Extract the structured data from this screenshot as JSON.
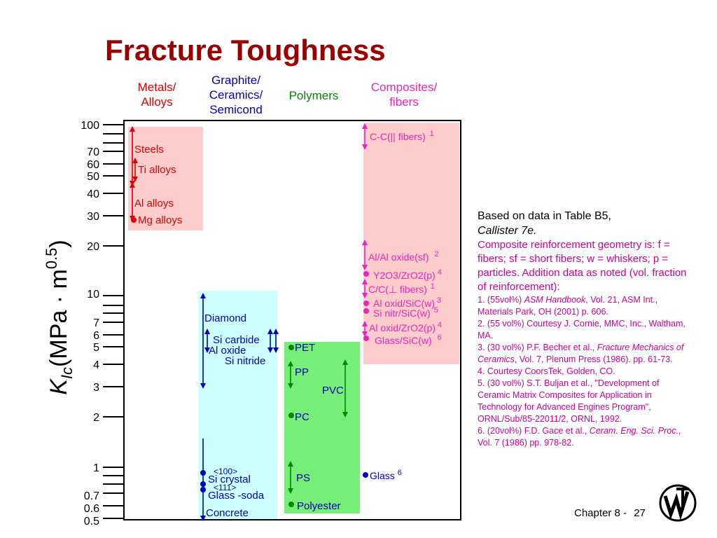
{
  "title": "Fracture Toughness",
  "categories": [
    {
      "key": "metals",
      "lines": [
        "Metals/",
        "Alloys"
      ],
      "color": "#dd0000"
    },
    {
      "key": "ceramics",
      "lines": [
        "Graphite/",
        "Ceramics/",
        "Semicond"
      ],
      "color": "#0000bb"
    },
    {
      "key": "polymers",
      "lines": [
        "Polymers"
      ],
      "color": "#008800"
    },
    {
      "key": "composites",
      "lines": [
        "Composites/",
        "fibers"
      ],
      "color": "#ee22bb"
    }
  ],
  "y_axis": {
    "label_main": "K",
    "label_sub": "Ic",
    "label_units": "(MPa · m",
    "label_sup": "0.5",
    "label_close": ")",
    "tick_labels": [
      "100",
      "70",
      "60",
      "50",
      "40",
      "30",
      "20",
      "10",
      "7",
      "6",
      "5",
      "4",
      "3",
      "2",
      "1",
      "0.7",
      "0.6",
      "0.5"
    ],
    "scale": "log"
  },
  "chart_data": {
    "type": "range",
    "title": "Fracture Toughness",
    "ylabel": "K_Ic (MPa · m^0.5)",
    "yscale": "log",
    "ylim": [
      0.5,
      100
    ],
    "groups": [
      {
        "name": "Metals/Alloys",
        "color": "#dd0000",
        "items": [
          {
            "label": "Steels",
            "min": 30,
            "max": 100
          },
          {
            "label": "Ti alloys",
            "min": 45,
            "max": 70
          },
          {
            "label": "Al alloys",
            "min": 24,
            "max": 45
          },
          {
            "label": "Mg alloys",
            "value": 24
          }
        ]
      },
      {
        "name": "Graphite/Ceramics/Semicond",
        "color": "#0000bb",
        "items": [
          {
            "label": "Diamond",
            "min": 3.3,
            "max": 9
          },
          {
            "label": "Si carbide",
            "min": 4.5,
            "max": 5.8
          },
          {
            "label": "Al oxide",
            "min": 4.6,
            "max": 5.8
          },
          {
            "label": "Si nitride",
            "min": 4.6,
            "max": 5.8
          },
          {
            "label": "Si crystal <100>",
            "value": 0.9
          },
          {
            "label": "Si crystal <111>",
            "value": 0.78
          },
          {
            "label": "Glass -soda",
            "value": 0.75
          },
          {
            "label": "Concrete",
            "min": 0.5,
            "max": 1.2
          }
        ]
      },
      {
        "name": "Polymers",
        "color": "#008800",
        "items": [
          {
            "label": "PET",
            "value": 5
          },
          {
            "label": "PP",
            "min": 3,
            "max": 4.3
          },
          {
            "label": "PVC",
            "min": 2.1,
            "max": 4.4
          },
          {
            "label": "PC",
            "value": 2.1
          },
          {
            "label": "PS",
            "min": 0.7,
            "max": 1.1
          },
          {
            "label": "Polyester",
            "value": 0.6
          }
        ]
      },
      {
        "name": "Composites/fibers",
        "color": "#ee22bb",
        "items": [
          {
            "label": "C-C(|| fibers)",
            "ref": "1",
            "min": 55,
            "max": 100
          },
          {
            "label": "Al/Al oxide(sf)",
            "ref": "2",
            "min": 14,
            "max": 20
          },
          {
            "label": "Y2O3/ZrO2(p)",
            "ref": "4",
            "value": 12
          },
          {
            "label": "C/C(⊥ fibers)",
            "ref": "1",
            "min": 9,
            "max": 11
          },
          {
            "label": "Al oxid/SiC(w)",
            "ref": "3",
            "value": 8
          },
          {
            "label": "Si nitr/SiC(w)",
            "ref": "5",
            "value": 7.5
          },
          {
            "label": "Al oxid/ZrO2(p)",
            "ref": "4",
            "min": 5.5,
            "max": 6.5
          },
          {
            "label": "Glass/SiC(w)",
            "ref": "6",
            "value": 5.5
          },
          {
            "label": "Glass",
            "ref": "6",
            "value": 0.9
          }
        ]
      }
    ]
  },
  "notes": {
    "intro_line1": "Based on data in Table B5,",
    "intro_line2": "Callister 7e.",
    "geometry": "Composite reinforcement geometry is:  f = fibers; sf = short fibers; w = whiskers; p = particles.  Addition data as noted (vol. fraction of reinforcement):",
    "refs": [
      {
        "pre": "1.  (55vol%) ",
        "em": "ASM Handbook",
        "post": ", Vol. 21, ASM Int., Materials Park, OH (2001) p. 606."
      },
      {
        "pre": "2.  (55 vol%) Courtesy J. Cornie, MMC, Inc., Waltham, MA.",
        "em": "",
        "post": ""
      },
      {
        "pre": "3.  (30 vol%) P.F. Becher et al., ",
        "em": "Fracture Mechanics of Ceramics",
        "post": ", Vol. 7, Plenum Press (1986). pp. 61-73."
      },
      {
        "pre": "4.  Courtesy CoorsTek, Golden, CO.",
        "em": "",
        "post": ""
      },
      {
        "pre": "5.  (30 vol%) S.T. Buljan et al., \"Development of Ceramic Matrix Composites for Application in Technology for Advanced Engines Program\", ORNL/Sub/85-22011/2, ORNL, 1992.",
        "em": "",
        "post": ""
      },
      {
        "pre": "6.  (20vol%) F.D. Gace et al., ",
        "em": "Ceram. Eng. Sci. Proc.",
        "post": ", Vol. 7 (1986) pp. 978-82."
      }
    ]
  },
  "footer": {
    "chapter": "Chapter 8 -",
    "page": "27"
  }
}
